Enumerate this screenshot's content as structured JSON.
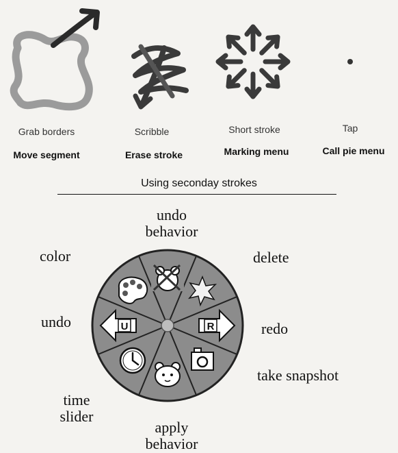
{
  "gestures": [
    {
      "name": "Grab borders",
      "action": "Move segment",
      "icon": "grab-borders-stroke-icon"
    },
    {
      "name": "Scribble",
      "action": "Erase stroke",
      "icon": "scribble-stroke-icon"
    },
    {
      "name": "Short stroke",
      "action": "Marking menu",
      "icon": "short-stroke-arrows-icon"
    },
    {
      "name": "Tap",
      "action": "Call pie menu",
      "icon": "tap-dot-icon"
    }
  ],
  "section_title": "Using seconday strokes",
  "pie_menu": {
    "labels": {
      "undo_behavior": [
        "undo",
        "behavior"
      ],
      "delete": "delete",
      "color": "color",
      "undo": "undo",
      "redo": "redo",
      "take_snapshot": "take snapshot",
      "time_slider": [
        "time",
        "slider"
      ],
      "apply_behavior": [
        "apply",
        "behavior"
      ]
    },
    "slice_icons": [
      "undo-behavior-icon",
      "delete-burst-icon",
      "redo-arrow-icon",
      "snapshot-camera-icon",
      "apply-behavior-bear-icon",
      "time-slider-clock-icon",
      "undo-arrow-icon",
      "color-palette-icon"
    ],
    "colors": {
      "fill": "#8c8c8c",
      "stroke": "#222222",
      "center": "#bdbdbd"
    }
  }
}
